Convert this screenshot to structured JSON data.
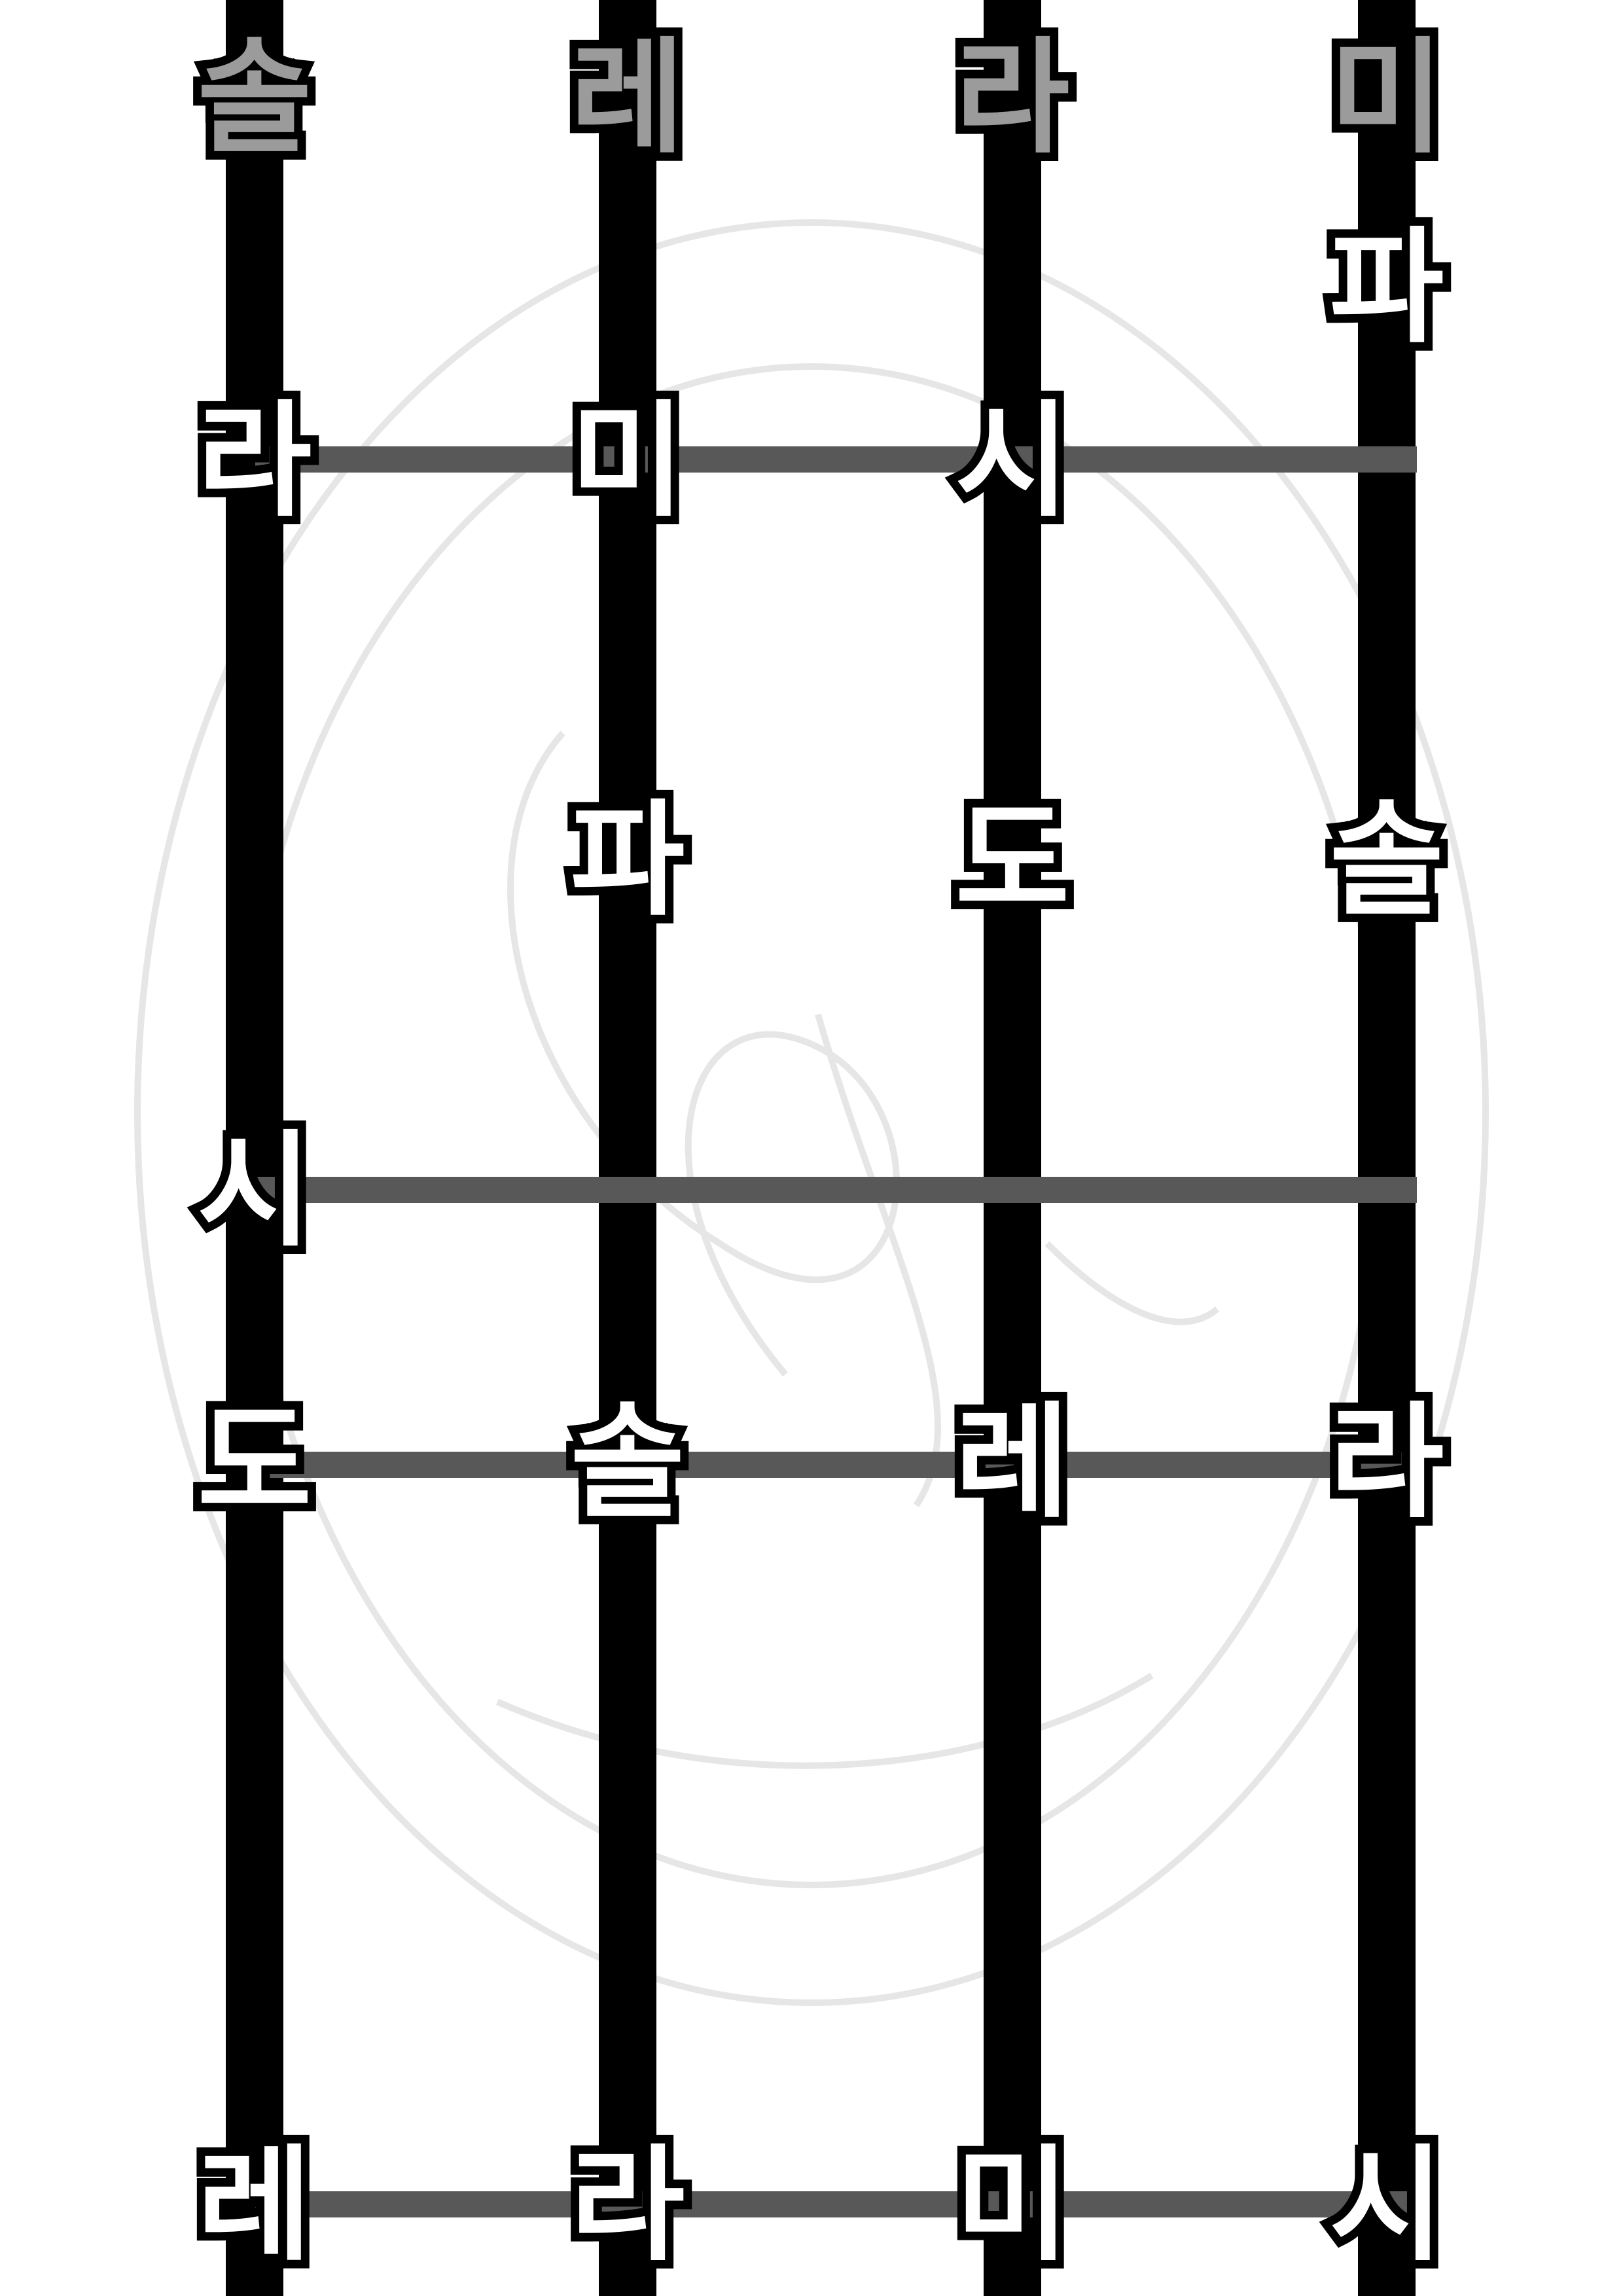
{
  "open_notes": [
    "솔",
    "레",
    "라",
    "미"
  ],
  "rows": [
    [
      "",
      "",
      "",
      "파"
    ],
    [
      "라",
      "미",
      "시",
      ""
    ],
    [
      "",
      "파",
      "도",
      "솔"
    ],
    [
      "시",
      "",
      "",
      ""
    ],
    [
      "도",
      "솔",
      "레",
      "라"
    ],
    [
      "레",
      "라",
      "미",
      "시"
    ]
  ],
  "colors": {
    "string": "#000000",
    "fret": "#585858",
    "open_note_fill": "#9b9b9b",
    "note_fill": "#ffffff",
    "note_outline": "#000000"
  }
}
